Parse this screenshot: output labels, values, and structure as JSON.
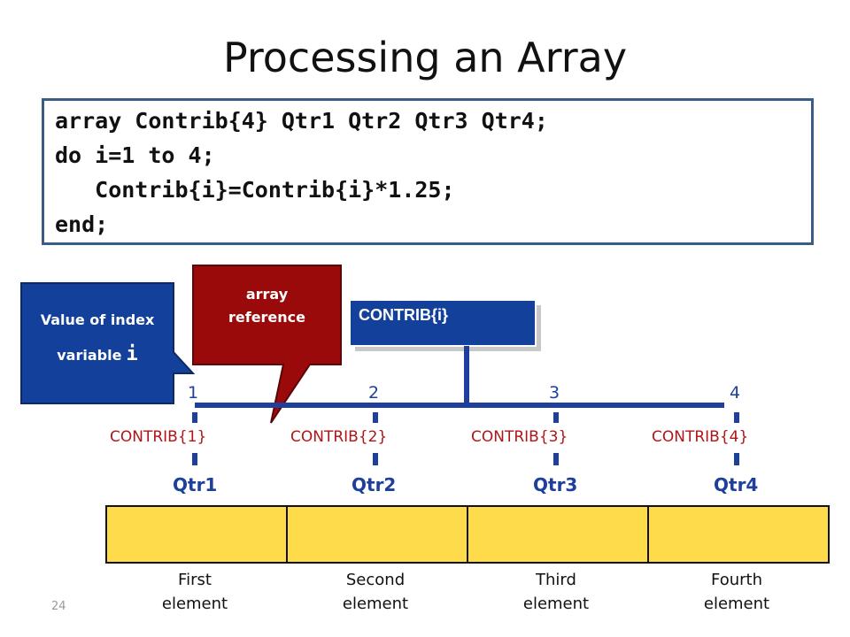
{
  "slide": {
    "title": "Processing an Array",
    "page_number": "24"
  },
  "code": {
    "lines": [
      "array Contrib{4} Qtr1 Qtr2 Qtr3 Qtr4;",
      "do i=1 to 4;",
      "   Contrib{i}=Contrib{i}*1.25;",
      "end;"
    ]
  },
  "callouts": {
    "index_label": "Value of index",
    "index_label2": "variable",
    "index_var": "i",
    "array_ref_line1": "array",
    "array_ref_line2": "reference",
    "contrib_box": "CONTRIB{i}"
  },
  "diagram": {
    "indices": [
      "1",
      "2",
      "3",
      "4"
    ],
    "references": [
      "CONTRIB{1}",
      "CONTRIB{2}",
      "CONTRIB{3}",
      "CONTRIB{4}"
    ],
    "variables": [
      "Qtr1",
      "Qtr2",
      "Qtr3",
      "Qtr4"
    ],
    "elements": [
      {
        "line1": "First",
        "line2": "element"
      },
      {
        "line1": "Second",
        "line2": "element"
      },
      {
        "line1": "Third",
        "line2": "element"
      },
      {
        "line1": "Fourth",
        "line2": "element"
      }
    ]
  },
  "colors": {
    "navy": "#1e3f9b",
    "callout_blue": "#12409a",
    "callout_red": "#9b0a0a",
    "cell_yellow": "#fedb4a",
    "ref_red": "#b01616"
  }
}
